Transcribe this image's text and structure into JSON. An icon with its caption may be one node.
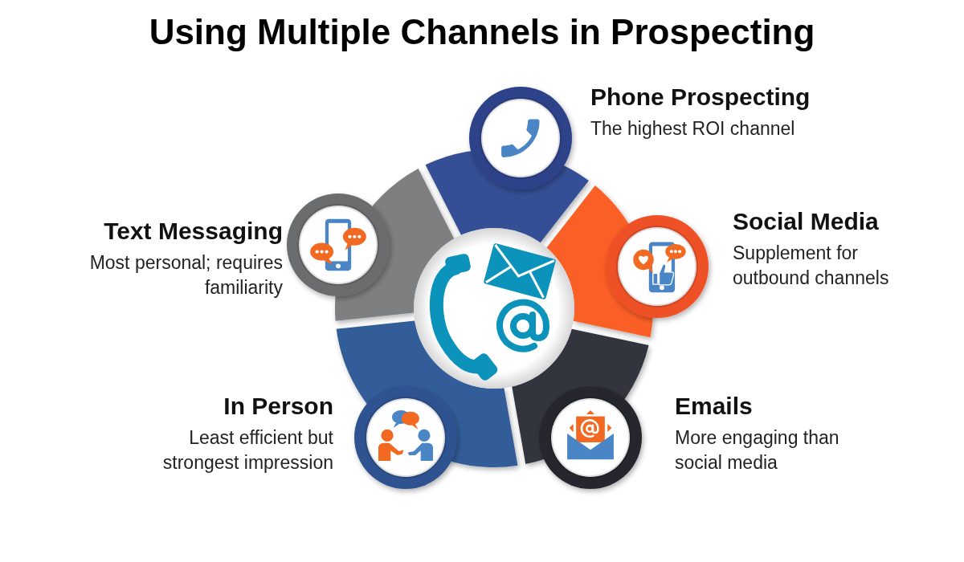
{
  "diagram": {
    "title": "Using Multiple Channels in Prospecting",
    "nodes": [
      {
        "text": [],
        "shape": "circle"
      },
      {
        "text": [
          "Phone Prospecting",
          "The highest ROI channel"
        ]
      },
      {
        "text": [
          "Social Media",
          "Supplement for outbound channels"
        ]
      },
      {
        "text": [
          "Emails",
          "More engaging than social media"
        ]
      },
      {
        "text": [
          "In Person",
          "Least efficient but strongest impression"
        ]
      },
      {
        "text": [
          "Text Messaging",
          "Most personal; requires familiarity"
        ]
      }
    ]
  }
}
